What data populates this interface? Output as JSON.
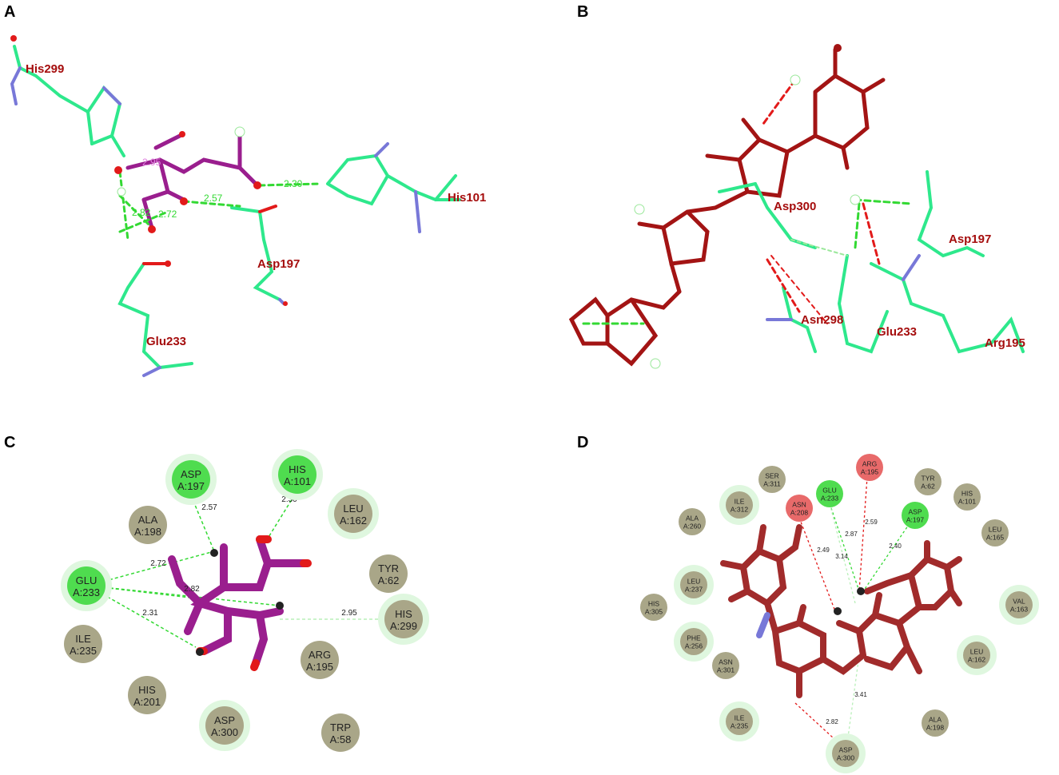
{
  "panels": {
    "a": {
      "letter": "A",
      "labels": [
        "His299",
        "His101",
        "Asp197",
        "Glu233"
      ],
      "distances": [
        "2.30",
        "2.57",
        "2.72",
        "2.82",
        "2.95"
      ]
    },
    "b": {
      "letter": "B",
      "labels": [
        "Asp300",
        "Asp197",
        "Asn298",
        "Glu233",
        "Arg195"
      ]
    },
    "c": {
      "letter": "C",
      "residues": [
        {
          "name": "ASP",
          "id": "A:197"
        },
        {
          "name": "HIS",
          "id": "A:101"
        },
        {
          "name": "ALA",
          "id": "A:198"
        },
        {
          "name": "LEU",
          "id": "A:162"
        },
        {
          "name": "TYR",
          "id": "A:62"
        },
        {
          "name": "GLU",
          "id": "A:233"
        },
        {
          "name": "HIS",
          "id": "A:299"
        },
        {
          "name": "ILE",
          "id": "A:235"
        },
        {
          "name": "ARG",
          "id": "A:195"
        },
        {
          "name": "HIS",
          "id": "A:201"
        },
        {
          "name": "ASP",
          "id": "A:300"
        },
        {
          "name": "TRP",
          "id": "A:58"
        }
      ],
      "distances": [
        "2.57",
        "2.30",
        "2.72",
        "2.82",
        "2.31",
        "2.95"
      ]
    },
    "d": {
      "letter": "D",
      "residues": [
        {
          "name": "SER",
          "id": "A:311"
        },
        {
          "name": "ARG",
          "id": "A:195"
        },
        {
          "name": "TYR",
          "id": "A:62"
        },
        {
          "name": "ASN",
          "id": "A:208"
        },
        {
          "name": "GLU",
          "id": "A:233"
        },
        {
          "name": "HIS",
          "id": "A:101"
        },
        {
          "name": "ILE",
          "id": "A:312"
        },
        {
          "name": "ASP",
          "id": "A:197"
        },
        {
          "name": "ALA",
          "id": "A:260"
        },
        {
          "name": "LEU",
          "id": "A:165"
        },
        {
          "name": "LEU",
          "id": "A:237"
        },
        {
          "name": "VAL",
          "id": "A:163"
        },
        {
          "name": "HIS",
          "id": "A:305"
        },
        {
          "name": "PHE",
          "id": "A:256"
        },
        {
          "name": "LEU",
          "id": "A:162"
        },
        {
          "name": "ASN",
          "id": "A:301"
        },
        {
          "name": "ILE",
          "id": "A:235"
        },
        {
          "name": "ALA",
          "id": "A:198"
        },
        {
          "name": "ASP",
          "id": "A:300"
        }
      ],
      "distances": [
        "2.87",
        "2.59",
        "2.49",
        "3.14",
        "2.40",
        "3.41",
        "2.82"
      ]
    }
  },
  "colors": {
    "carbon": "#2ee88c",
    "oxygen": "#e21a1a",
    "nitrogen": "#7878d8",
    "ligand_a": "#9a1e8e",
    "ligand_b": "#a31414",
    "hbond": "#33d933",
    "unfavorable": "#e21a1a",
    "vdw": "#a9a688",
    "hbond_res": "#4fdc4f",
    "unfav_res": "#e86a6a"
  }
}
